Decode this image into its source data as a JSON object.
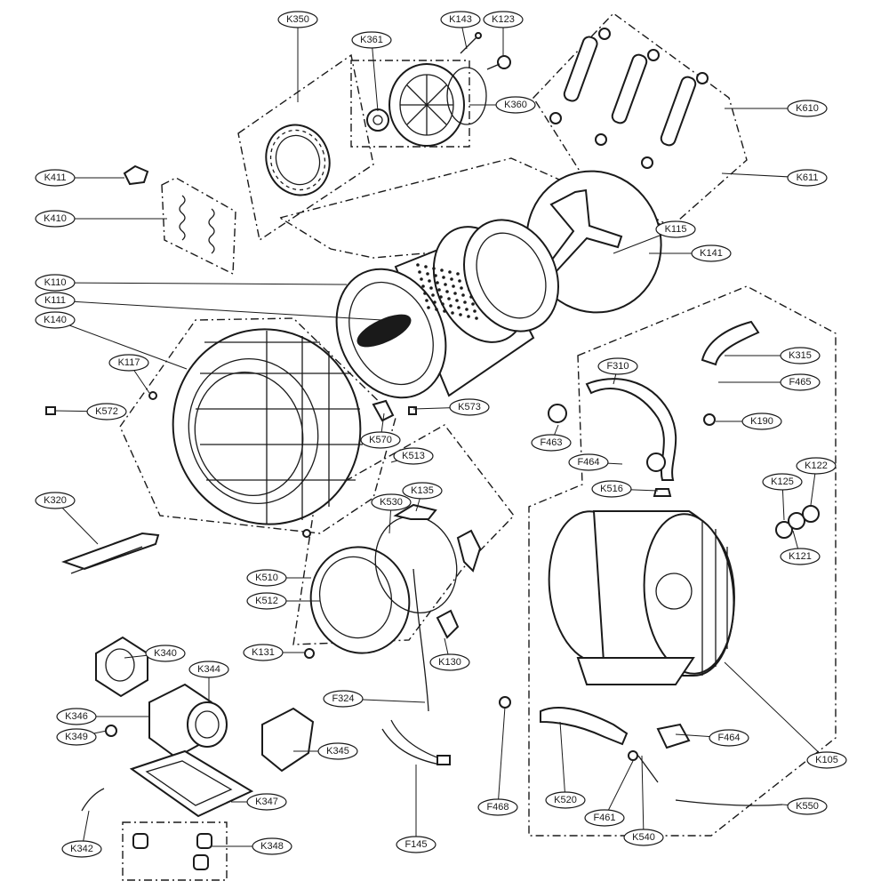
{
  "callouts": [
    {
      "id": "K350",
      "label": "K350"
    },
    {
      "id": "K361",
      "label": "K361"
    },
    {
      "id": "K143",
      "label": "K143"
    },
    {
      "id": "K123",
      "label": "K123"
    },
    {
      "id": "K360",
      "label": "K360"
    },
    {
      "id": "K610",
      "label": "K610"
    },
    {
      "id": "K611",
      "label": "K611"
    },
    {
      "id": "K411",
      "label": "K411"
    },
    {
      "id": "K410",
      "label": "K410"
    },
    {
      "id": "K115",
      "label": "K115"
    },
    {
      "id": "K141",
      "label": "K141"
    },
    {
      "id": "K110",
      "label": "K110"
    },
    {
      "id": "K111",
      "label": "K111"
    },
    {
      "id": "K140",
      "label": "K140"
    },
    {
      "id": "K117",
      "label": "K117"
    },
    {
      "id": "K572",
      "label": "K572"
    },
    {
      "id": "K573",
      "label": "K573"
    },
    {
      "id": "K570",
      "label": "K570"
    },
    {
      "id": "K513",
      "label": "K513"
    },
    {
      "id": "K315",
      "label": "K315"
    },
    {
      "id": "F310",
      "label": "F310"
    },
    {
      "id": "F465",
      "label": "F465"
    },
    {
      "id": "K190",
      "label": "K190"
    },
    {
      "id": "F463",
      "label": "F463"
    },
    {
      "id": "F464a",
      "label": "F464"
    },
    {
      "id": "K516",
      "label": "K516"
    },
    {
      "id": "K125",
      "label": "K125"
    },
    {
      "id": "K122",
      "label": "K122"
    },
    {
      "id": "K121",
      "label": "K121"
    },
    {
      "id": "K320",
      "label": "K320"
    },
    {
      "id": "K530",
      "label": "K530"
    },
    {
      "id": "K135",
      "label": "K135"
    },
    {
      "id": "K510",
      "label": "K510"
    },
    {
      "id": "K512",
      "label": "K512"
    },
    {
      "id": "K131",
      "label": "K131"
    },
    {
      "id": "K130",
      "label": "K130"
    },
    {
      "id": "K340",
      "label": "K340"
    },
    {
      "id": "K344",
      "label": "K344"
    },
    {
      "id": "K346",
      "label": "K346"
    },
    {
      "id": "K349",
      "label": "K349"
    },
    {
      "id": "K345",
      "label": "K345"
    },
    {
      "id": "K347",
      "label": "K347"
    },
    {
      "id": "K342",
      "label": "K342"
    },
    {
      "id": "K348",
      "label": "K348"
    },
    {
      "id": "F324",
      "label": "F324"
    },
    {
      "id": "F145",
      "label": "F145"
    },
    {
      "id": "F468",
      "label": "F468"
    },
    {
      "id": "K520",
      "label": "K520"
    },
    {
      "id": "F461",
      "label": "F461"
    },
    {
      "id": "K540",
      "label": "K540"
    },
    {
      "id": "F464b",
      "label": "F464"
    },
    {
      "id": "K105",
      "label": "K105"
    },
    {
      "id": "K550",
      "label": "K550"
    }
  ]
}
